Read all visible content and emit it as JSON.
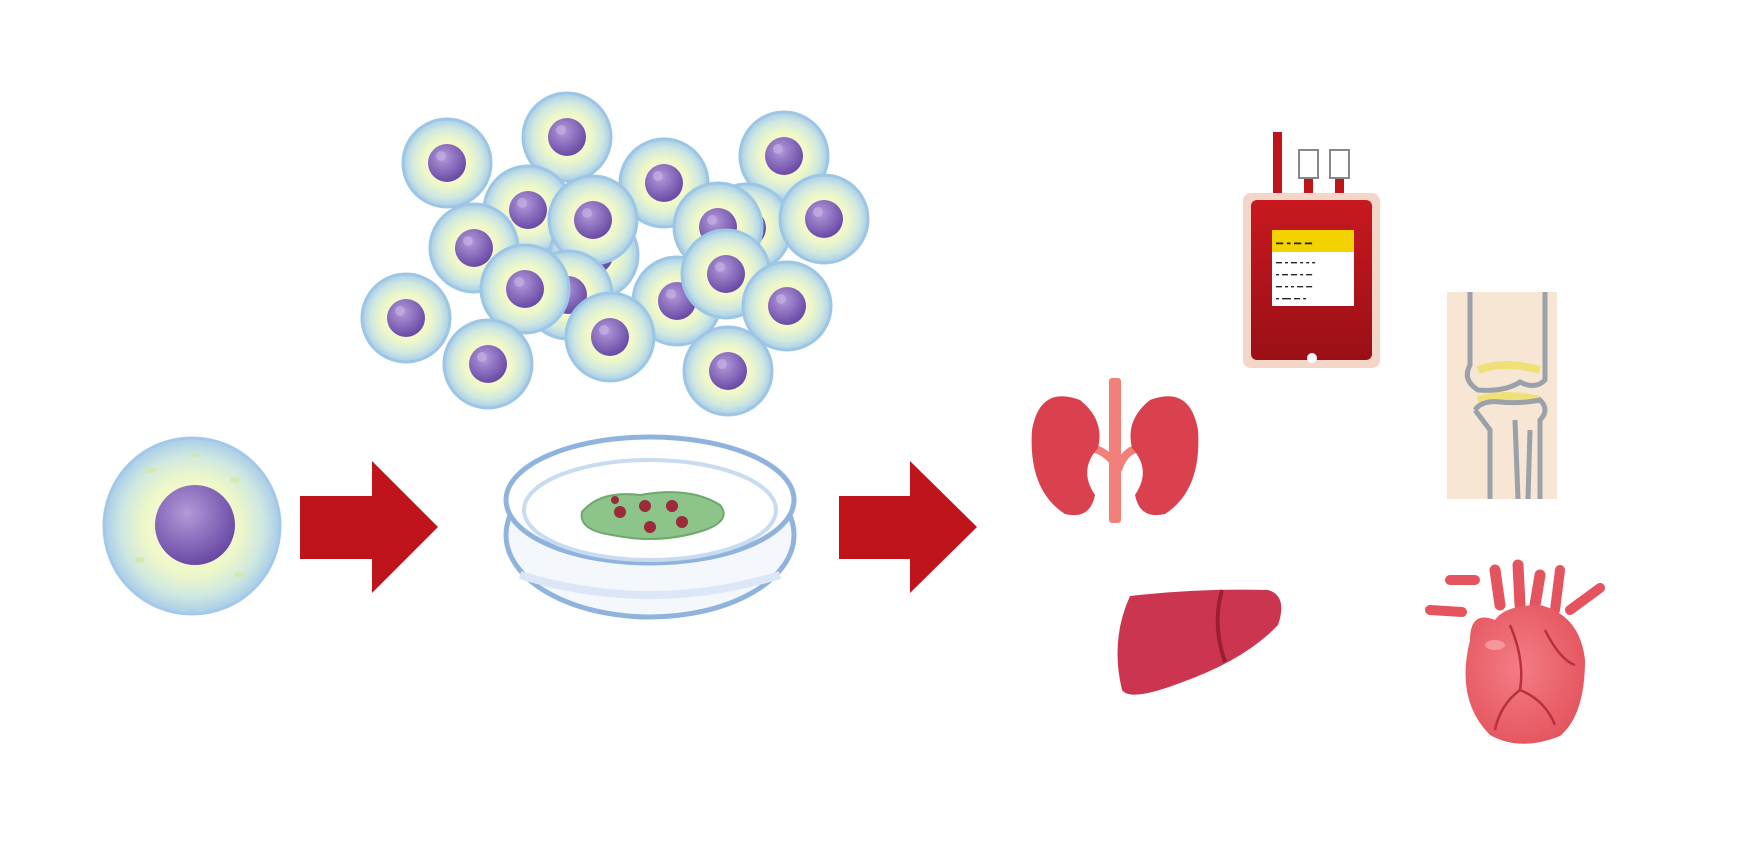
{
  "diagram": {
    "stages": [
      {
        "id": "single-cell",
        "icon": "stem-cell-icon"
      },
      {
        "id": "cell-culture",
        "icon": "cell-cluster-icon"
      },
      {
        "id": "petri-dish",
        "icon": "petri-dish-icon"
      },
      {
        "id": "organs",
        "icons": [
          "blood-bag-icon",
          "knee-joint-icon",
          "kidney-icon",
          "liver-icon",
          "heart-icon"
        ]
      }
    ],
    "arrows": [
      {
        "from": "single-cell",
        "to": "cell-culture"
      },
      {
        "from": "cell-culture",
        "to": "organs"
      }
    ]
  },
  "colors": {
    "arrow": "#c0141c",
    "cell_outer": "#b9d9ea",
    "cell_inner": "#eef7c8",
    "nucleus": "#7a5fb0",
    "dish": "#8fb3dd",
    "tissue": "#7fb877",
    "blood": "#b3161c",
    "label": "#f2d200",
    "organ": "#d9414f",
    "liver": "#cc3550",
    "heart": "#e8606a",
    "bone": "#f7e6d4"
  },
  "blood_bag_label": {
    "top_rows": [
      "▬▬ ▬ ▬▬ ▬▬",
      "▬▬ ▬ ▬▬ ▬▬"
    ],
    "lines": [
      "▬▬ ▬ ▬▬  ▬ ▬ ▬",
      "▬ ▬▬    ▬▬ ▬ ▬▬",
      "▬▬ ▬ ▬  ▬▬ ▬▬",
      "▬ ▬▬▬   ▬▬ ▬"
    ]
  }
}
